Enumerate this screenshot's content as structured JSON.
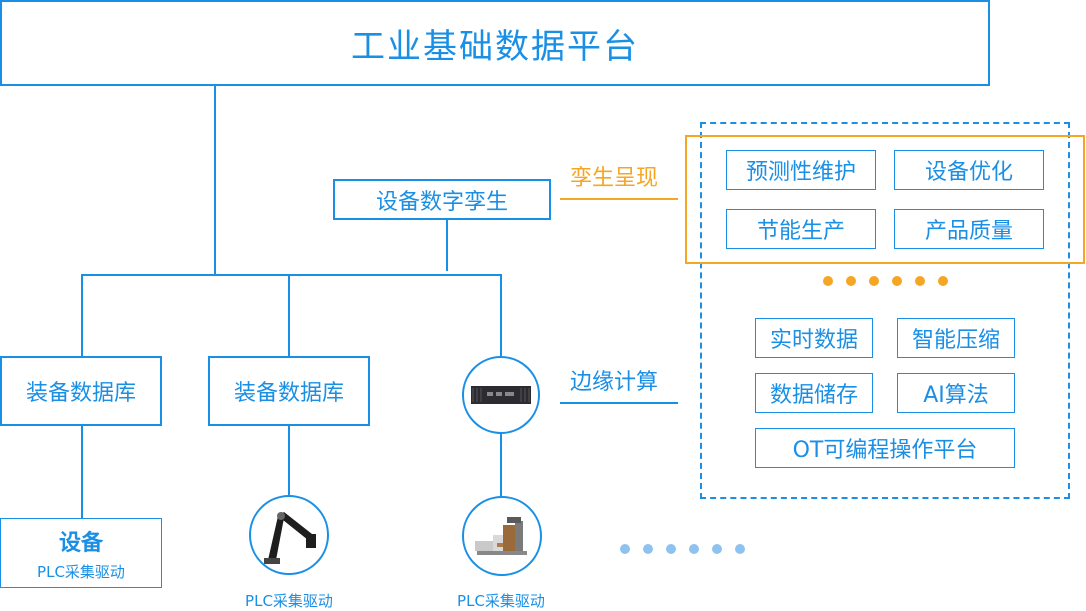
{
  "title": "工业基础数据平台",
  "twin": {
    "main_label": "设备数字孪生",
    "side_label": "孪生呈现",
    "apps": [
      "预测性维护",
      "设备优化",
      "节能生产",
      "产品质量"
    ]
  },
  "edge": {
    "side_label": "边缘计算",
    "items": [
      "实时数据",
      "智能压缩",
      "数据储存",
      "AI算法"
    ],
    "platform": "OT可编程操作平台"
  },
  "databases": [
    "装备数据库",
    "装备数据库"
  ],
  "device": {
    "label": "设备",
    "driver": "PLC采集驱动"
  },
  "drivers": [
    "PLC采集驱动",
    "PLC采集驱动"
  ],
  "colors": {
    "primary": "#1a8fe6",
    "accent": "#f5a623",
    "light_blue": "#8ec3f0"
  },
  "icons": [
    "edge-gateway-icon",
    "robot-arm-icon",
    "factory-equipment-icon"
  ]
}
